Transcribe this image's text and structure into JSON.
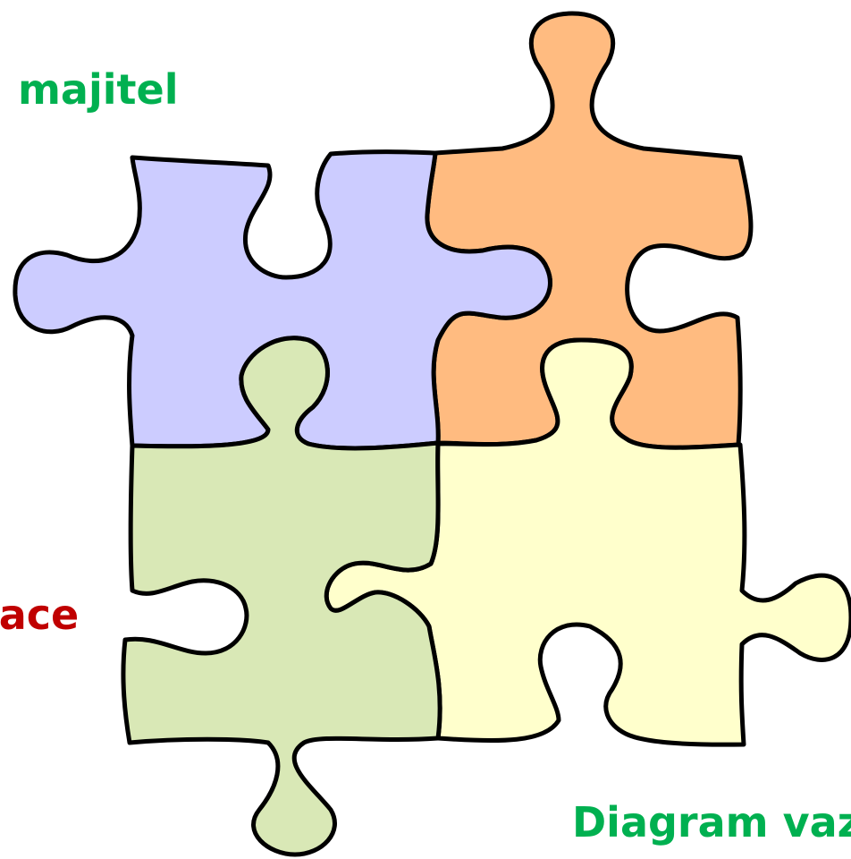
{
  "pieces": [
    {
      "name": "purple",
      "color": "#ccccff"
    },
    {
      "name": "orange",
      "color": "#ffbb80"
    },
    {
      "name": "green",
      "color": "#d9e8b6"
    },
    {
      "name": "yellow",
      "color": "#ffffcc"
    }
  ],
  "labels": {
    "owner": "majitel",
    "info": "nace",
    "diagram": "Diagram vaz"
  },
  "colors": {
    "label_green": "#00b050",
    "label_red": "#c00000",
    "outline": "#000000"
  }
}
